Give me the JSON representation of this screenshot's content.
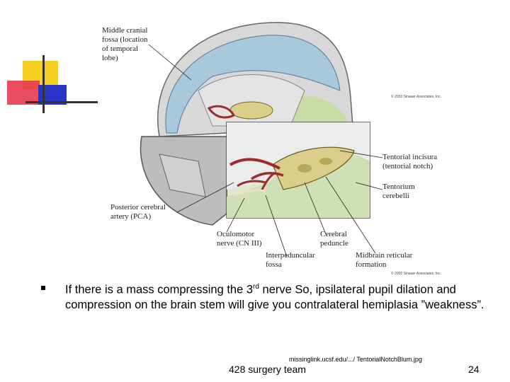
{
  "figure": {
    "labels": {
      "middle_cranial_line1": "Middle cranial",
      "middle_cranial_line2": "fossa (location",
      "middle_cranial_line3": "of temporal",
      "middle_cranial_line4": "lobe)",
      "tentorial_incisura_line1": "Tentorial incisura",
      "tentorial_incisura_line2": "(tentorial notch)",
      "tentorium_line1": "Tentorium",
      "tentorium_line2": "cerebelli",
      "pca_line1": "Posterior cerebral",
      "pca_line2": "artery (PCA)",
      "oculomotor_line1": "Oculomotor",
      "oculomotor_line2": "nerve (CN III)",
      "cerebral_peduncle_line1": "Cerebral",
      "cerebral_peduncle_line2": "peduncle",
      "interpeduncular_line1": "Interpeduncular",
      "interpeduncular_line2": "fossa",
      "midbrain_line1": "Midbrain reticular",
      "midbrain_line2": "formation",
      "copyright_top": "© 2002 Sinauer Associates, Inc.",
      "copyright_bottom": "© 2002 Sinauer Associates, Inc."
    }
  },
  "bullet_text_pre": "If there is a mass compressing the 3",
  "bullet_text_sup": "rd",
  "bullet_text_post": " nerve So, ipsilateral pupil dilation and compression on the brain stem will give you contralateral hemiplasia ”weakness”.",
  "source": "missinglink.ucsf.edu/.../ TentorialNotchBlum.jpg",
  "footer": "428 surgery team",
  "page_number": "24",
  "colors": {
    "yellow": "#f5d020",
    "red": "#e8384f",
    "blue": "#2a35c8",
    "artery": "#9b2d2d"
  }
}
